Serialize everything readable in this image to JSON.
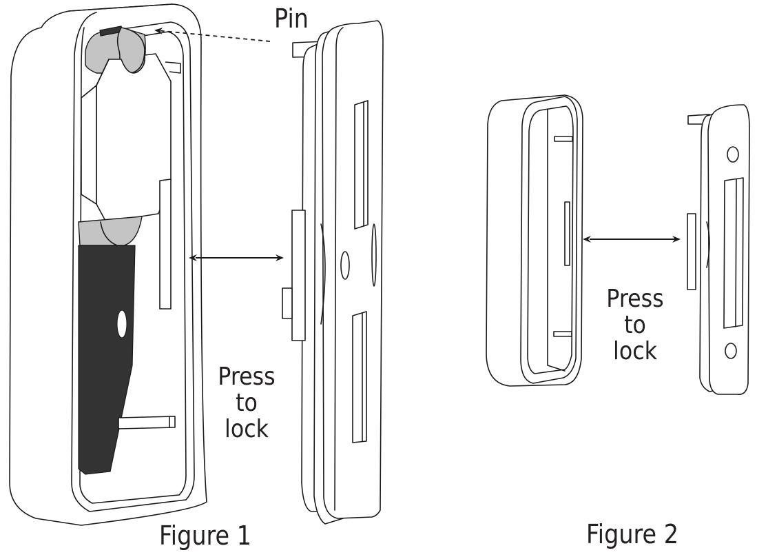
{
  "diagram": {
    "description": "Exploded assembly views of a device housing attaching to a mounting bracket",
    "labels": {
      "pin": "Pin",
      "press_to_lock_1": "Press to\nlock",
      "press_to_lock_2": "Press to\nlock",
      "figure_1": "Figure 1",
      "figure_2": "Figure 2"
    },
    "colors": {
      "line": "#1a1a1a",
      "battery_grey": "#c4c4c4",
      "plate_dark": "#333333",
      "text": "#231f20"
    },
    "figures": [
      {
        "name": "Figure 1",
        "parts": [
          "device housing (open, with internal battery and dark plate)",
          "mounting bracket with pin"
        ],
        "annotations": [
          "Pin (dashed arrow to pin slot)",
          "double-headed arrow between housing and bracket",
          "Press to lock"
        ]
      },
      {
        "name": "Figure 2",
        "parts": [
          "empty housing shell",
          "slim mounting bracket with two holes"
        ],
        "annotations": [
          "double-headed arrow between shell and bracket",
          "Press to lock"
        ]
      }
    ]
  }
}
